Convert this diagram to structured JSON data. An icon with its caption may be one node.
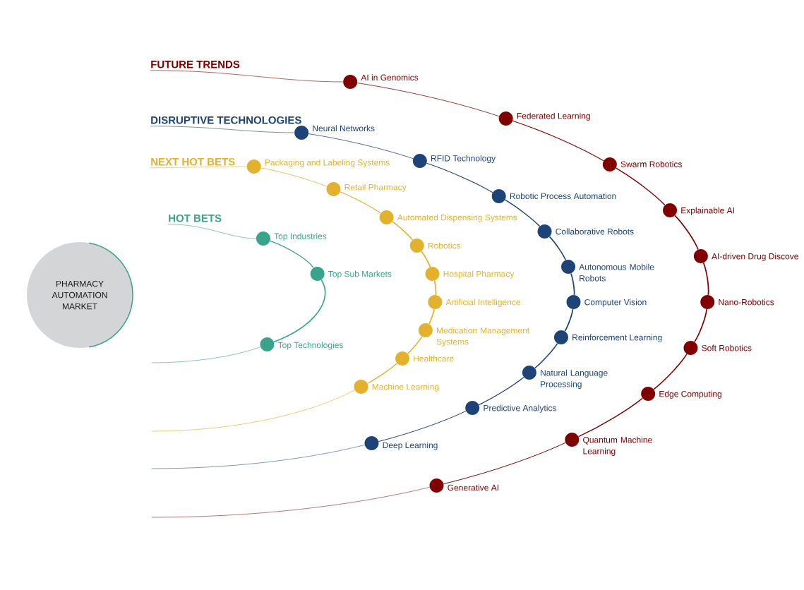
{
  "diagram": {
    "nodes": [
      {
        "text": [
          "PHARMACY AUTOMATION MARKET"
        ]
      },
      {
        "text": [
          "HOT BETS"
        ]
      },
      {
        "text": [],
        "shape": "circle",
        "beside": [
          "Top Industries"
        ]
      },
      {
        "text": [],
        "shape": "circle",
        "beside": [
          "Top Sub Markets"
        ]
      },
      {
        "text": [],
        "shape": "circle",
        "beside": [
          "Top Technologies"
        ]
      },
      {
        "text": [
          "NEXT HOT BETS"
        ]
      },
      {
        "text": [],
        "shape": "circle",
        "beside": [
          "Packaging and Labeling Systems"
        ]
      },
      {
        "text": [],
        "shape": "circle",
        "beside": [
          "Retail Pharmacy"
        ]
      },
      {
        "text": [],
        "shape": "circle",
        "beside": [
          "Automated Dispensing Systems"
        ]
      },
      {
        "text": [],
        "shape": "circle",
        "beside": [
          "Robotics"
        ]
      },
      {
        "text": [],
        "shape": "circle",
        "beside": [
          "Hospital Pharmacy"
        ]
      },
      {
        "text": [],
        "shape": "circle",
        "beside": [
          "Artificial Intelligence"
        ]
      },
      {
        "text": [],
        "shape": "circle",
        "beside": [
          "Medication Management Systems"
        ]
      },
      {
        "text": [],
        "shape": "circle",
        "beside": [
          "Healthcare"
        ]
      },
      {
        "text": [],
        "shape": "circle",
        "beside": [
          "Machine Learning"
        ]
      },
      {
        "text": [
          "DISRUPTIVE TECHNOLOGIES"
        ]
      },
      {
        "text": [],
        "shape": "circle",
        "beside": [
          "Neural Networks"
        ]
      },
      {
        "text": [],
        "shape": "circle",
        "beside": [
          "RFID Technology"
        ]
      },
      {
        "text": [],
        "shape": "circle",
        "beside": [
          "Robotic Process Automation"
        ]
      },
      {
        "text": [],
        "shape": "circle",
        "beside": [
          "Collaborative Robots"
        ]
      },
      {
        "text": [],
        "shape": "circle",
        "beside": [
          "Autonomous Mobile Robots"
        ]
      },
      {
        "text": [],
        "shape": "circle",
        "beside": [
          "Computer Vision"
        ]
      },
      {
        "text": [],
        "shape": "circle",
        "beside": [
          "Reinforcement Learning"
        ]
      },
      {
        "text": [],
        "shape": "circle",
        "beside": [
          "Natural Language Processing"
        ]
      },
      {
        "text": [],
        "shape": "circle",
        "beside": [
          "Predictive Analytics"
        ]
      },
      {
        "text": [],
        "shape": "circle",
        "beside": [
          "Deep Learning"
        ]
      },
      {
        "text": [
          "FUTURE TRENDS"
        ]
      },
      {
        "text": [],
        "shape": "circle",
        "beside": [
          "AI in Genomics"
        ]
      },
      {
        "text": [],
        "shape": "circle",
        "beside": [
          "Federated Learning"
        ]
      },
      {
        "text": [],
        "shape": "circle",
        "beside": [
          "Swarm Robotics"
        ]
      },
      {
        "text": [],
        "shape": "circle",
        "beside": [
          "Explainable AI"
        ]
      },
      {
        "text": [],
        "shape": "circle",
        "beside": [
          "AI-driven Drug Discove"
        ]
      },
      {
        "text": [],
        "shape": "circle",
        "beside": [
          "Nano-Robotics"
        ]
      },
      {
        "text": [],
        "shape": "circle",
        "beside": [
          "Soft Robotics"
        ]
      },
      {
        "text": [],
        "shape": "circle",
        "beside": [
          "Edge Computing"
        ]
      },
      {
        "text": [],
        "shape": "circle",
        "beside": [
          "Quantum Machine Learning"
        ]
      },
      {
        "text": [],
        "shape": "circle",
        "beside": [
          "Generative AI"
        ]
      }
    ],
    "edges": [
      {
        "from": 1,
        "to": 2,
        "arrow": "none",
        "color": "#37a48b"
      },
      {
        "from": 2,
        "to": 3,
        "arrow": "none",
        "color": "#37a48b"
      },
      {
        "from": 3,
        "to": 4,
        "arrow": "none",
        "color": "#37a48b"
      },
      {
        "from": 4,
        "to": null,
        "arrow": "none",
        "color": "#37a48b"
      },
      {
        "from": 5,
        "to": 6,
        "arrow": "none",
        "color": "#e3b12d"
      },
      {
        "from": 6,
        "to": 7,
        "arrow": "none",
        "color": "#e3b12d"
      },
      {
        "from": 7,
        "to": 8,
        "arrow": "none",
        "color": "#e3b12d"
      },
      {
        "from": 8,
        "to": 9,
        "arrow": "none",
        "color": "#e3b12d"
      },
      {
        "from": 9,
        "to": 10,
        "arrow": "none",
        "color": "#e3b12d"
      },
      {
        "from": 10,
        "to": 11,
        "arrow": "none",
        "color": "#e3b12d"
      },
      {
        "from": 11,
        "to": 12,
        "arrow": "none",
        "color": "#e3b12d"
      },
      {
        "from": 12,
        "to": 13,
        "arrow": "none",
        "color": "#e3b12d"
      },
      {
        "from": 13,
        "to": 14,
        "arrow": "none",
        "color": "#e3b12d"
      },
      {
        "from": 14,
        "to": null,
        "arrow": "none",
        "color": "#e3b12d"
      },
      {
        "from": 15,
        "to": 16,
        "arrow": "none",
        "color": "#1e4477"
      },
      {
        "from": 16,
        "to": 17,
        "arrow": "none",
        "color": "#1e4477"
      },
      {
        "from": 17,
        "to": 18,
        "arrow": "none",
        "color": "#1e4477"
      },
      {
        "from": 18,
        "to": 19,
        "arrow": "none",
        "color": "#1e4477"
      },
      {
        "from": 19,
        "to": 20,
        "arrow": "none",
        "color": "#1e4477"
      },
      {
        "from": 20,
        "to": 21,
        "arrow": "none",
        "color": "#1e4477"
      },
      {
        "from": 21,
        "to": 22,
        "arrow": "none",
        "color": "#1e4477"
      },
      {
        "from": 22,
        "to": 23,
        "arrow": "none",
        "color": "#1e4477"
      },
      {
        "from": 23,
        "to": 24,
        "arrow": "none",
        "color": "#1e4477"
      },
      {
        "from": 24,
        "to": 25,
        "arrow": "none",
        "color": "#1e4477"
      },
      {
        "from": 25,
        "to": null,
        "arrow": "none",
        "color": "#1e4477"
      },
      {
        "from": 26,
        "to": 27,
        "arrow": "none",
        "color": "#800000"
      },
      {
        "from": 27,
        "to": 28,
        "arrow": "none",
        "color": "#800000"
      },
      {
        "from": 28,
        "to": 29,
        "arrow": "none",
        "color": "#800000"
      },
      {
        "from": 29,
        "to": 30,
        "arrow": "none",
        "color": "#800000"
      },
      {
        "from": 30,
        "to": 31,
        "arrow": "none",
        "color": "#800000"
      },
      {
        "from": 31,
        "to": 32,
        "arrow": "none",
        "color": "#800000"
      },
      {
        "from": 32,
        "to": 33,
        "arrow": "none",
        "color": "#800000"
      },
      {
        "from": 33,
        "to": 34,
        "arrow": "none",
        "color": "#800000"
      },
      {
        "from": 34,
        "to": 35,
        "arrow": "none",
        "color": "#800000"
      },
      {
        "from": 35,
        "to": 36,
        "arrow": "none",
        "color": "#800000"
      },
      {
        "from": 36,
        "to": null,
        "arrow": "none",
        "color": "#800000"
      }
    ]
  }
}
